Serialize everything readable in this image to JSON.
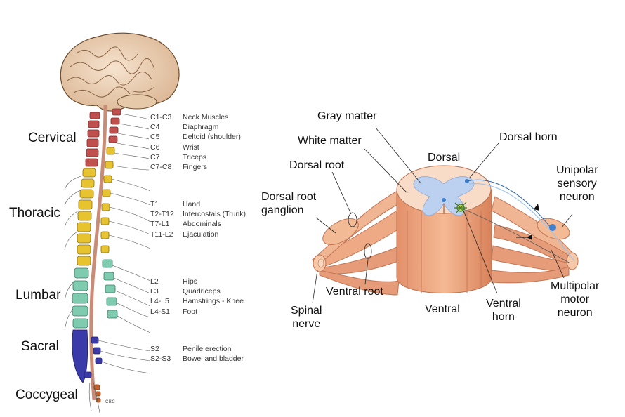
{
  "spine": {
    "regions": [
      {
        "name": "Cervical"
      },
      {
        "name": "Thoracic"
      },
      {
        "name": "Lumbar"
      },
      {
        "name": "Sacral"
      },
      {
        "name": "Coccygeal"
      }
    ],
    "groups": [
      {
        "rows": [
          {
            "code": "C1-C3",
            "target": "Neck Muscles"
          },
          {
            "code": "C4",
            "target": "Diaphragm"
          },
          {
            "code": "C5",
            "target": "Deltoid (shoulder)"
          },
          {
            "code": "C6",
            "target": "Wrist"
          },
          {
            "code": "C7",
            "target": "Triceps"
          },
          {
            "code": "C7-C8",
            "target": "Fingers"
          }
        ]
      },
      {
        "rows": [
          {
            "code": "T1",
            "target": "Hand"
          },
          {
            "code": "T2-T12",
            "target": "Intercostals (Trunk)"
          },
          {
            "code": "T7-L1",
            "target": "Abdominals"
          },
          {
            "code": "T11-L2",
            "target": "Ejaculation"
          }
        ]
      },
      {
        "rows": [
          {
            "code": "L2",
            "target": "Hips"
          },
          {
            "code": "L3",
            "target": "Quadriceps"
          },
          {
            "code": "L4-L5",
            "target": "Hamstrings - Knee"
          },
          {
            "code": "L4-S1",
            "target": "Foot"
          }
        ]
      },
      {
        "rows": [
          {
            "code": "S2",
            "target": "Penile erection"
          },
          {
            "code": "S2-S3",
            "target": "Bowel and bladder"
          }
        ]
      }
    ],
    "artist_signature": "CBC",
    "colors": {
      "cervical": "#c0504d",
      "thoracic": "#e8c330",
      "lumbar": "#7fcbb0",
      "sacral": "#3a3aa8",
      "coccygeal": "#c0622a"
    }
  },
  "cord": {
    "labels": {
      "gray_matter": "Gray matter",
      "white_matter": "White matter",
      "dorsal": "Dorsal",
      "dorsal_horn": "Dorsal horn",
      "dorsal_root": "Dorsal root",
      "dorsal_root_ganglion": "Dorsal root\nganglion",
      "unipolar_sensory_neuron": "Unipolar\nsensory\nneuron",
      "ventral_root": "Ventral root",
      "spinal_nerve": "Spinal\nnerve",
      "ventral": "Ventral",
      "ventral_horn": "Ventral\nhorn",
      "multipolar_motor_neuron": "Multipolar\nmotor\nneuron"
    },
    "colors": {
      "tissue": "#eeb08c",
      "tissue_dark": "#d9825a",
      "gray_matter": "#bcd0ef",
      "neuron": "#3e7fd0"
    }
  }
}
